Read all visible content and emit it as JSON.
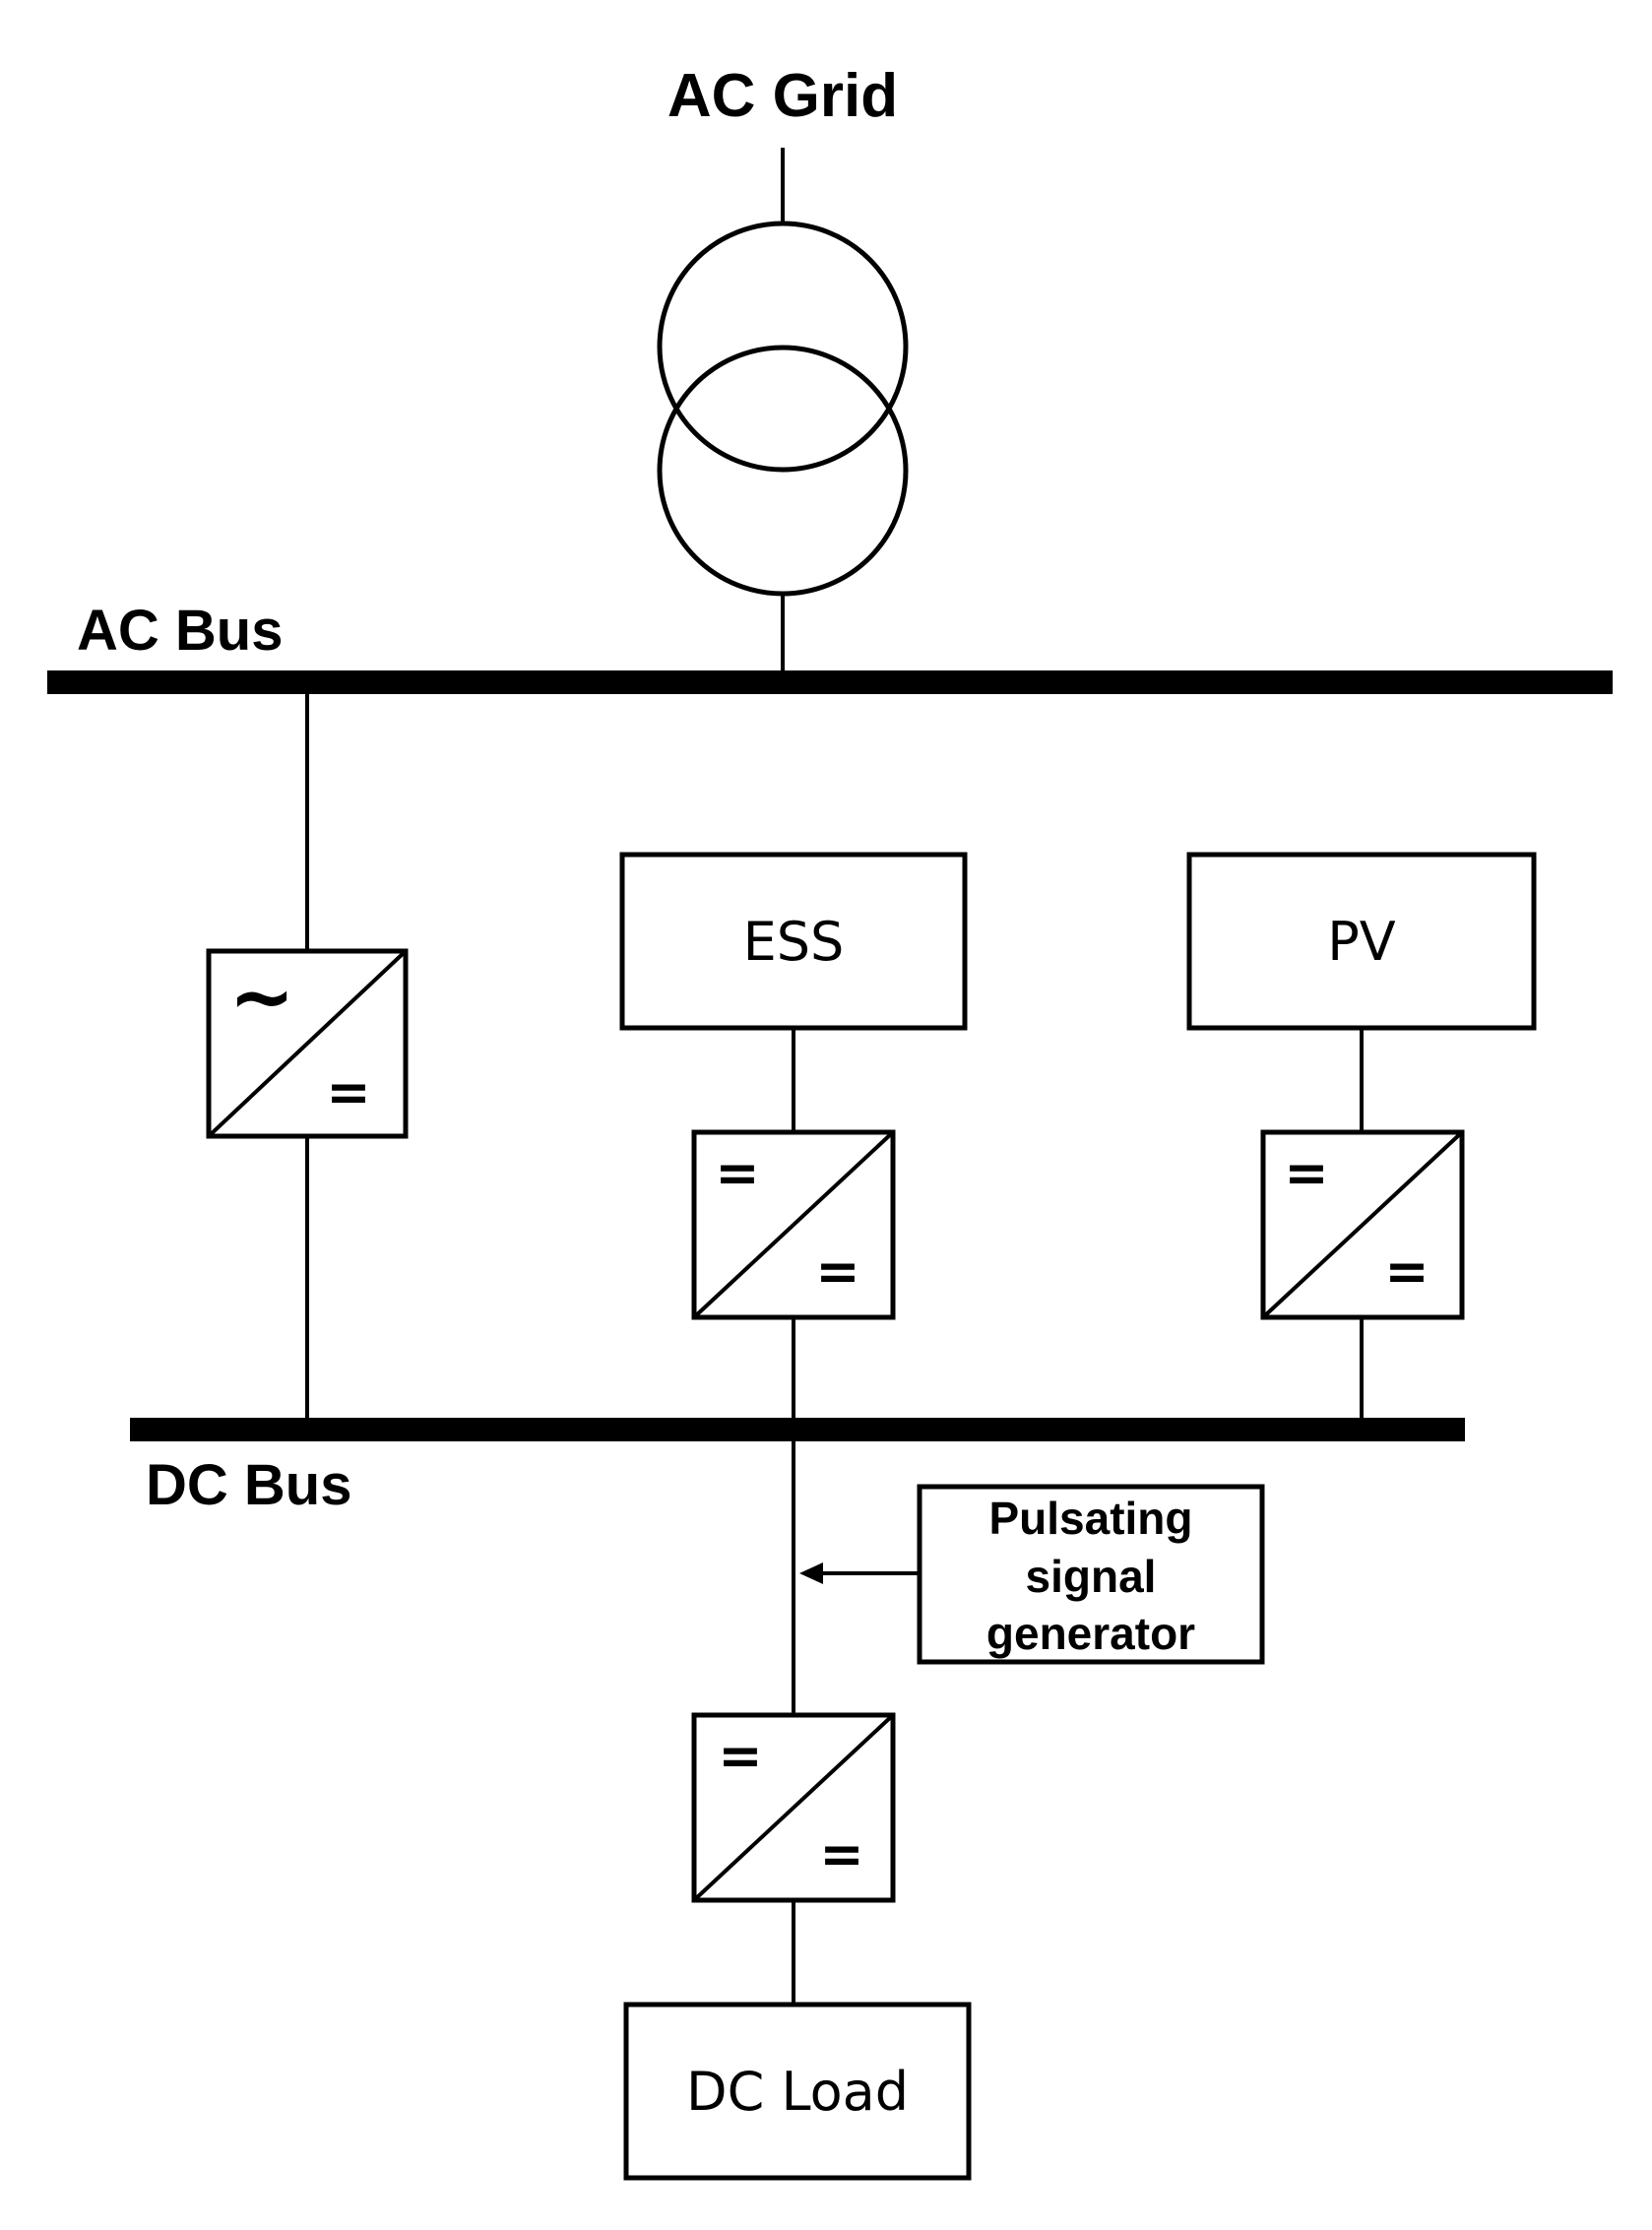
{
  "labels": {
    "ac_grid": "AC Grid",
    "ac_bus": "AC Bus",
    "dc_bus": "DC Bus"
  },
  "boxes": {
    "ess": "ESS",
    "pv": "PV",
    "dc_load": "DC Load"
  },
  "generator": {
    "line1": "Pulsating",
    "line2": "signal",
    "line3": "generator"
  },
  "converters": {
    "ac_dc": {
      "in": "~",
      "out": "="
    },
    "ess_dcdc": {
      "in": "=",
      "out": "="
    },
    "pv_dcdc": {
      "in": "=",
      "out": "="
    },
    "load_dcdc": {
      "in": "=",
      "out": "="
    }
  }
}
